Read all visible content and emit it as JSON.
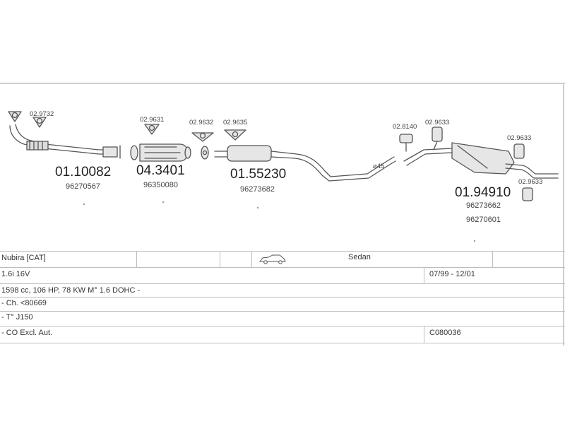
{
  "parts": {
    "gasket_front": "02.9732",
    "front_pipe": {
      "code": "01.10082",
      "oem": "96270567"
    },
    "gasket_cat_a": "02.9631",
    "catalyst": {
      "code": "04.3401",
      "oem": "96350080"
    },
    "gasket_cat_b": "02.9632",
    "gasket_mid": "02.9635",
    "middle_silencer": {
      "code": "01.55230",
      "oem": "96273682"
    },
    "angle_mark": "45",
    "mount_a": "02.8140",
    "mount_b": "02.9633",
    "mount_c": "02.9633",
    "mount_d": "02.9633",
    "rear_silencer": {
      "code": "01.94910",
      "oem_1": "96273662",
      "oem_2": "96270601"
    }
  },
  "vehicle": {
    "model": "Nubira  [CAT]",
    "body": "Sedan",
    "engine": "1.6i 16V",
    "dates": "07/99 - 12/01",
    "spec": "1598 cc, 106 HP, 78 KW M° 1.6 DOHC -",
    "chassis": "- Ch. <80669",
    "type": "- T° J150",
    "note": "- CO Excl. Aut.",
    "catalog_code": "C080036"
  },
  "icons": {
    "car": "sedan-car-icon"
  },
  "colors": {
    "line": "#555555",
    "fill": "#e6e6e6",
    "grid": "#bdbdbd"
  }
}
